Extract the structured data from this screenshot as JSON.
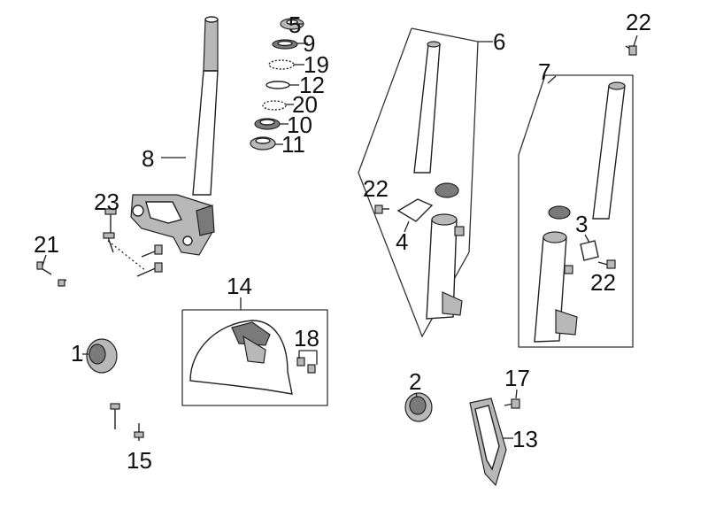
{
  "diagram": {
    "callouts": {
      "c1": "1",
      "c2": "2",
      "c3": "3",
      "c4": "4",
      "c5": "5",
      "c6": "6",
      "c7": "7",
      "c8": "8",
      "c9": "9",
      "c10": "10",
      "c11": "11",
      "c12": "12",
      "c13": "13",
      "c14": "14",
      "c15": "15",
      "c17": "17",
      "c18": "18",
      "c19": "19",
      "c20": "20",
      "c21": "21",
      "c22a": "22",
      "c22b": "22",
      "c22c": "22",
      "c23": "23"
    }
  }
}
